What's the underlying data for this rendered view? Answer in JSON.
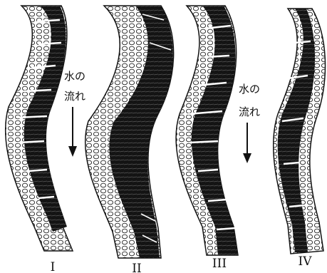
{
  "figure": {
    "flow_labels": [
      {
        "chars": [
          "水",
          "の",
          "流",
          "れ"
        ]
      },
      {
        "chars": [
          "水",
          "の",
          "流",
          "れ"
        ]
      }
    ],
    "strips": [
      {
        "numeral": "I"
      },
      {
        "numeral": "II"
      },
      {
        "numeral": "III"
      },
      {
        "numeral": "IV"
      }
    ]
  }
}
